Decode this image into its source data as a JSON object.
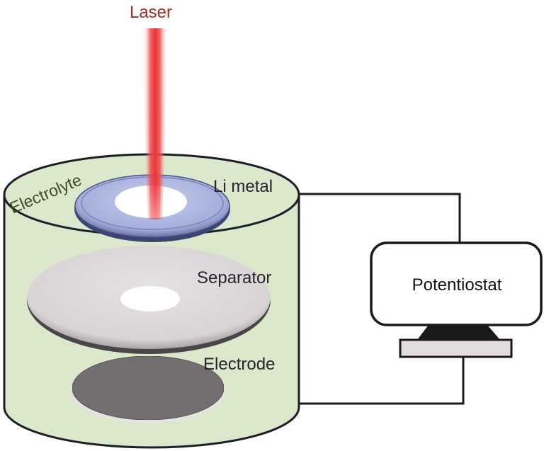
{
  "title": "In situ laser cell setup",
  "labels": {
    "laser": "Laser",
    "electrolyte": "Electrolyte",
    "li_metal": "Li metal",
    "separator": "Separator",
    "electrode": "Electrode",
    "potentiostat": "Potentiostat"
  },
  "colors": {
    "laser_text": "#9e2a24",
    "laser_beam": "#e8363a",
    "electrolyte_fill": "#dbe8cc",
    "electrolyte_text": "#3a4a22",
    "li_metal_fill": "#a9b3dc",
    "separator_fill": "#dcd6d8",
    "electrode_fill": "#7a7577",
    "label_text": "#2a2230",
    "outline": "#1a1a22",
    "stand_fill": "#e0dcdc"
  }
}
